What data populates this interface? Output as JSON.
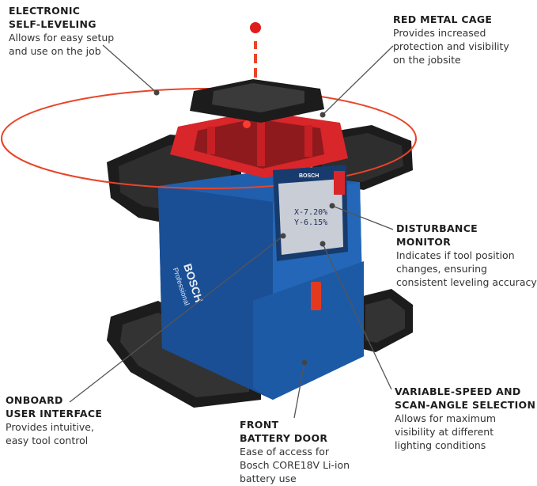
{
  "callouts": {
    "self_leveling": {
      "title_line1": "ELECTRONIC",
      "title_line2": "SELF-LEVELING",
      "desc_line1": "Allows for easy setup",
      "desc_line2": "and use on the job"
    },
    "cage": {
      "title_line1": "RED METAL CAGE",
      "desc_line1": "Provides increased",
      "desc_line2": "protection and visibility",
      "desc_line3": "on the jobsite"
    },
    "disturbance": {
      "title_line1": "DISTURBANCE",
      "title_line2": "MONITOR",
      "desc_line1": "Indicates if tool position",
      "desc_line2": "changes, ensuring",
      "desc_line3": "consistent leveling accuracy"
    },
    "interface": {
      "title_line1": "ONBOARD",
      "title_line2": "USER INTERFACE",
      "desc_line1": "Provides intuitive,",
      "desc_line2": "easy tool control"
    },
    "battery": {
      "title_line1": "FRONT",
      "title_line2": "BATTERY DOOR",
      "desc_line1": "Ease of access for",
      "desc_line2": "Bosch CORE18V Li-ion",
      "desc_line3": "battery use"
    },
    "variable": {
      "title_line1": "VARIABLE-SPEED AND",
      "title_line2": "SCAN-ANGLE SELECTION",
      "desc_line1": "Allows for maximum",
      "desc_line2": "visibility at different",
      "desc_line3": "lighting conditions"
    }
  },
  "device": {
    "brand": "BOSCH",
    "side_brand": "BOSCH",
    "side_line": "Professional",
    "display_x": "X-7.20%",
    "display_y": "Y-6.15%"
  },
  "colors": {
    "laser": "#e8452a",
    "body_blue": "#1f5fae",
    "cage_red": "#d8262b",
    "bumper": "#1c1c1c"
  }
}
